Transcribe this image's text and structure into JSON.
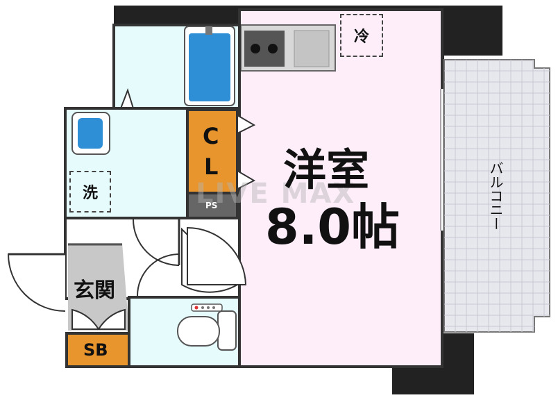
{
  "rooms": {
    "western_room_label": "洋室",
    "western_room_size": "8.0帖",
    "closet_line1": "C",
    "closet_line2": "L",
    "pipe_space": "PS",
    "entrance": "玄関",
    "shoe_box": "SB",
    "balcony": "バルコニー",
    "washer_space": "洗",
    "fridge_space": "冷"
  },
  "watermark": "LIVE MAX",
  "colors": {
    "western_room": "#fdeefa",
    "wet_area": "#e6fbfc",
    "entrance_floor": "#c8c8c8",
    "closet": "#e8952e",
    "shoe_box": "#e8952e",
    "wall": "#333333",
    "column": "#222222",
    "balcony": "#e7e7ee",
    "bath": "#2f8fd6"
  }
}
